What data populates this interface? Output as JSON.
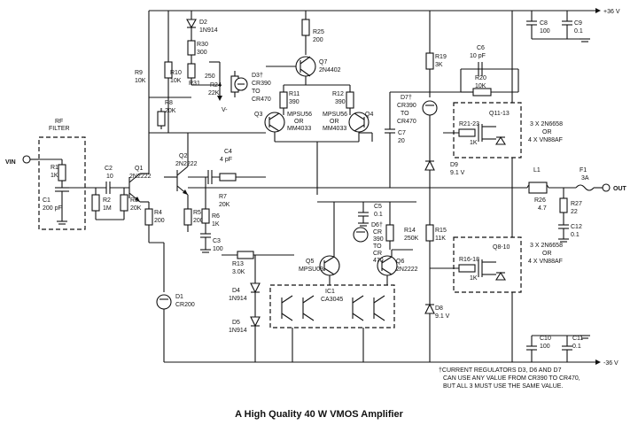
{
  "caption": "A High Quality 40 W VMOS Amplifier",
  "rails": {
    "pos": "+36 V",
    "neg": "-36 V"
  },
  "io": {
    "vin": "VIN",
    "out": "OUT"
  },
  "rf_filter": {
    "title": [
      "RF",
      "FILTER"
    ],
    "r1": [
      "R1",
      "1K"
    ],
    "c1": [
      "C1",
      "200 pF"
    ]
  },
  "left": {
    "c2": [
      "C2",
      "10"
    ],
    "r2": [
      "R2",
      "1M"
    ],
    "r3": [
      "R3",
      "20K"
    ],
    "q1": [
      "Q1",
      "2N2222"
    ],
    "r4": [
      "R4",
      "200"
    ],
    "r9": [
      "R9",
      "10K"
    ]
  },
  "center": {
    "d2": [
      "D2",
      "1N914"
    ],
    "r30": [
      "R30",
      "300"
    ],
    "r31": [
      "R31",
      "250"
    ],
    "r10": [
      "R10",
      "10K"
    ],
    "r8": [
      "R8",
      "20K"
    ],
    "r24": [
      "R24",
      "22K"
    ],
    "vminus": "V-",
    "d3": [
      "D3†",
      "CR390",
      "TO",
      "CR470"
    ],
    "r25": [
      "R25",
      "200"
    ],
    "q7": [
      "Q7",
      "2N4402"
    ],
    "r11": [
      "R11",
      "390"
    ],
    "r12": [
      "R12",
      "390"
    ],
    "q3": "Q3",
    "q4": "Q4",
    "mpsu1": [
      "MPSU56",
      "OR",
      "MM4033"
    ],
    "mpsu2": [
      "MPSU56",
      "OR",
      "MM4033"
    ],
    "q2": [
      "Q2",
      "2N2222"
    ],
    "c4": [
      "C4",
      "4 pF"
    ],
    "r7": [
      "R7",
      "20K"
    ],
    "r5": [
      "R5",
      "200"
    ],
    "r6": [
      "R6",
      "1K"
    ],
    "c3": [
      "C3",
      "100"
    ],
    "d1": [
      "D1",
      "CR200"
    ],
    "r13": [
      "R13",
      "3.0K"
    ],
    "d4": [
      "D4",
      "1N914"
    ],
    "d5": [
      "D5",
      "1N914"
    ],
    "q5": [
      "Q5",
      "MPSU03"
    ],
    "q6": [
      "Q6",
      "2N2222"
    ],
    "ic1": [
      "IC1",
      "CA3045"
    ]
  },
  "right": {
    "r19": [
      "R19",
      "3K"
    ],
    "d7": [
      "D7†",
      "CR390",
      "TO",
      "CR470"
    ],
    "c7": [
      "C7",
      "20"
    ],
    "d9": [
      "D9",
      "9.1 V"
    ],
    "c6": [
      "C6",
      "10 pF"
    ],
    "r20": [
      "R20",
      "10K"
    ],
    "q11": "Q11-13",
    "r2123": [
      "R21-23",
      "1K"
    ],
    "upper_note": [
      "3 X 2N6658",
      "OR",
      "4 X VN88AF"
    ],
    "c5": [
      "C5",
      "0.1"
    ],
    "d6": [
      "D6†",
      "CR",
      "390",
      "TO",
      "CR",
      "470"
    ],
    "r14": [
      "R14",
      "250K"
    ],
    "r15": [
      "R15",
      "11K"
    ],
    "d8": [
      "D8",
      "9.1 V"
    ],
    "q810": "Q8-10",
    "r1618": [
      "R16-18",
      "1K"
    ],
    "lower_note": [
      "3 X 2N6658",
      "OR",
      "4 X VN88AF"
    ],
    "l1": "L1",
    "f1": [
      "F1",
      "3A"
    ],
    "r26": [
      "R26",
      "4.7"
    ],
    "r27": [
      "R27",
      "22"
    ],
    "c12": [
      "C12",
      "0.1"
    ],
    "c8": [
      "C8",
      "100"
    ],
    "c9": [
      "C9",
      "0.1"
    ],
    "c10": [
      "C10",
      "100"
    ],
    "c11": [
      "C11",
      "0.1"
    ]
  },
  "footnote": [
    "†CURRENT REGULATORS D3, D6 AND D7",
    "CAN USE ANY VALUE FROM CR390 TO CR470,",
    "BUT ALL 3 MUST USE THE SAME VALUE."
  ]
}
